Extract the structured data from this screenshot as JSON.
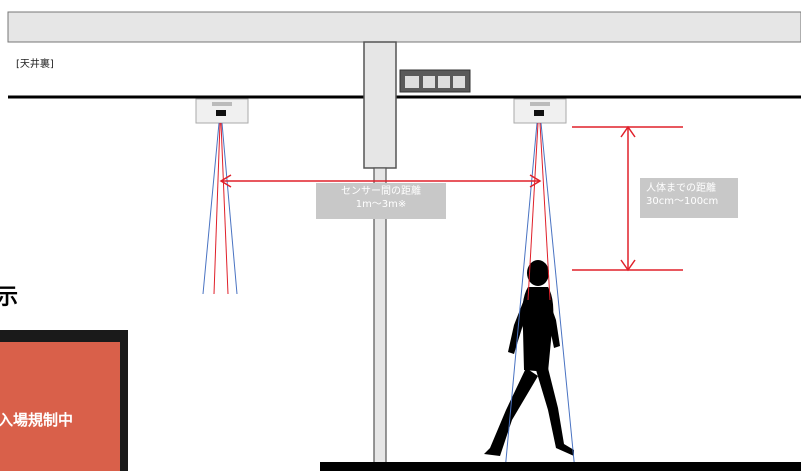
{
  "labels": {
    "ceiling_space": "[天井裏]",
    "sensor_distance_line1": "センサー間の距離",
    "sensor_distance_line2": "1m〜3m※",
    "body_distance_line1": "人体までの距離",
    "body_distance_line2": "30cm〜100cm",
    "partial_heading": "示",
    "sign_text": "入場規制中"
  },
  "colors": {
    "ceiling_band": "#e6e6e6",
    "ceiling_line": "#000000",
    "measure_line": "#e0202a",
    "beam_red": "#e0202a",
    "beam_blue": "#4a73c2",
    "label_box": "#c8c8c8",
    "sign_bg": "#d9604a",
    "sign_frame": "#1a1a1a",
    "silhouette": "#000000"
  }
}
